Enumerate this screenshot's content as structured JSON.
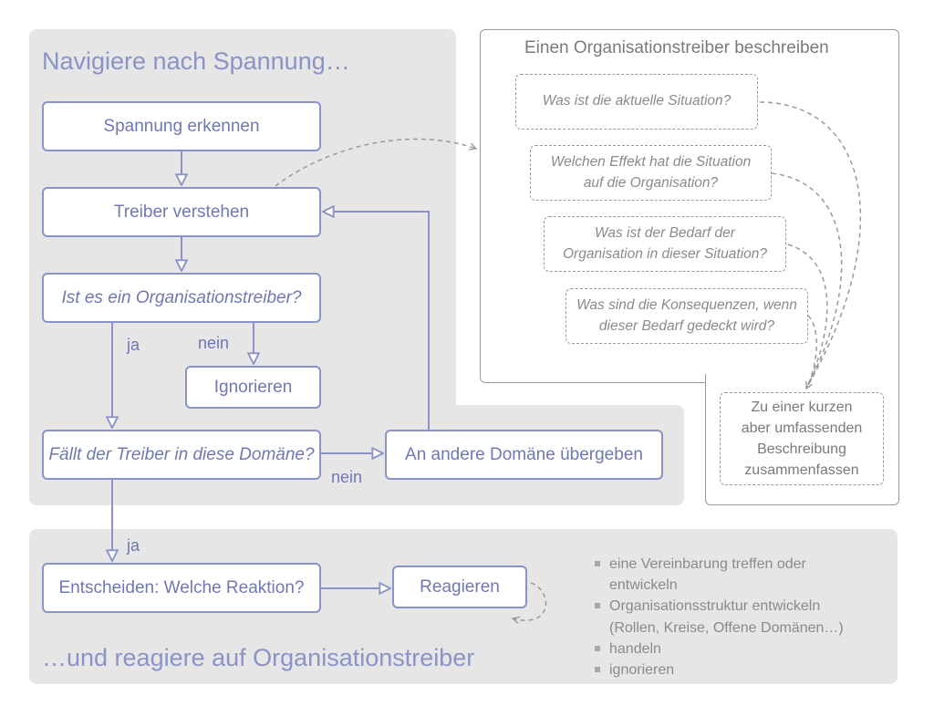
{
  "top_heading": "Navigiere nach Spannung…",
  "bottom_heading": "…und reagiere auf Organisationstreiber",
  "flow": {
    "spannung": "Spannung erkennen",
    "treiber": "Treiber verstehen",
    "orgtreiber_question": "Ist es ein Organisationstreiber?",
    "ignorieren": "Ignorieren",
    "domaene_question": "Fällt der Treiber in diese Domäne?",
    "uebergeben": "An andere Domäne übergeben",
    "entscheiden": "Entscheiden: Welche Reaktion?",
    "reagieren": "Reagieren",
    "ja_1": "ja",
    "nein_1": "nein",
    "nein_2": "nein",
    "ja_2": "ja"
  },
  "describe_panel": {
    "title": "Einen Organisationstreiber beschreiben",
    "questions": [
      "Was ist die aktuelle Situation?",
      [
        "Welchen Effekt hat die Situation",
        "auf die Organisation?"
      ],
      [
        "Was ist der Bedarf der",
        "Organisation in dieser Situation?"
      ],
      [
        "Was sind die Konsequenzen, wenn",
        "dieser Bedarf gedeckt wird?"
      ]
    ],
    "summary": [
      "Zu einer  kurzen",
      "aber umfassenden",
      "Beschreibung",
      "zusammenfassen"
    ]
  },
  "reactions": [
    [
      "eine Vereinbarung treffen oder",
      "entwickeln"
    ],
    [
      "Organisationsstruktur entwickeln",
      "(Rollen, Kreise, Offene Domänen…)"
    ],
    "handeln",
    "ignorieren"
  ],
  "colors": {
    "accent": "#8a93c6",
    "accent_text": "#6f78b3",
    "panel_bg": "#e6e6e6",
    "muted_text": "#8a8a8a",
    "dashed_border": "#9a9a9a"
  }
}
